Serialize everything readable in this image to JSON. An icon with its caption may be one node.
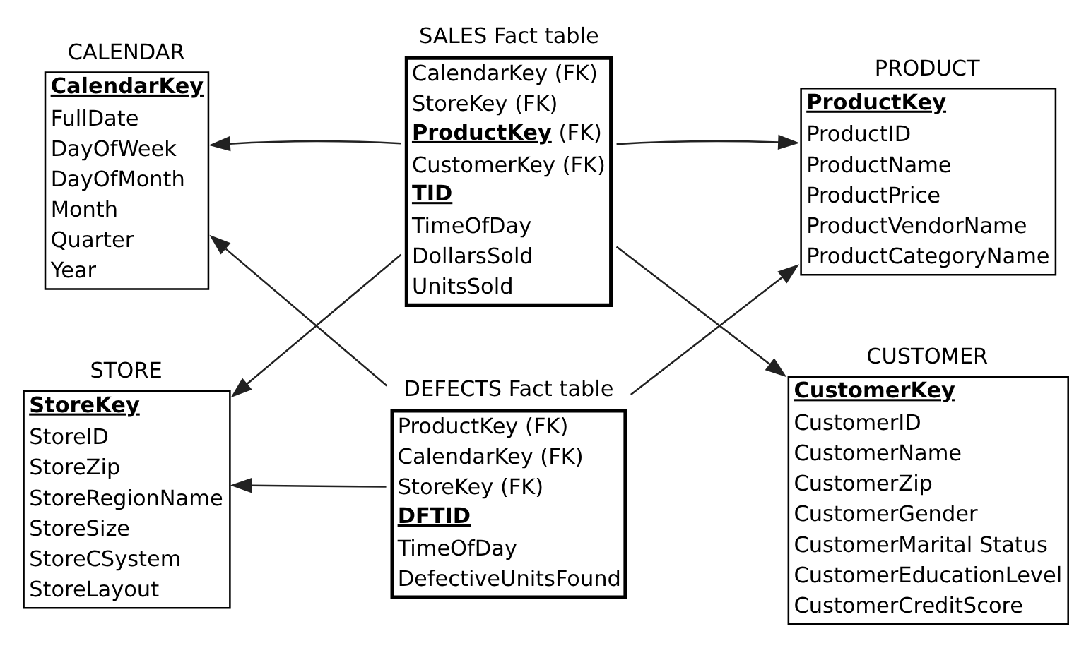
{
  "diagram": {
    "nodes": [
      {
        "text": [
          "CALENDAR",
          "**CalendarKey**",
          "FullDate",
          "DayOfWeek",
          "DayOfMonth",
          "Month",
          "Quarter",
          "Year"
        ]
      },
      {
        "text": [
          "SALES Fact table",
          "CalendarKey (FK)",
          "StoreKey (FK)",
          "**ProductKey** (FK)",
          "CustomerKey (FK)",
          "**TID**",
          "TimeOfDay",
          "DollarsSold",
          "UnitsSold"
        ]
      },
      {
        "text": [
          "PRODUCT",
          "**ProductKey**",
          "ProductID",
          "ProductName",
          "ProductPrice",
          "ProductVendorName",
          "ProductCategoryName"
        ]
      },
      {
        "text": [
          "STORE",
          "**StoreKey**",
          "StoreID",
          "StoreZip",
          "StoreRegionName",
          "StoreSize",
          "StoreCSystem",
          "StoreLayout"
        ]
      },
      {
        "text": [
          "DEFECTS Fact table",
          "ProductKey (FK)",
          "CalendarKey (FK)",
          "StoreKey (FK)",
          "**DFTID**",
          "TimeOfDay",
          "DefectiveUnitsFound"
        ]
      },
      {
        "text": [
          "CUSTOMER",
          "**CustomerKey**",
          "CustomerID",
          "CustomerName",
          "CustomerZip",
          "CustomerGender",
          "CustomerMarital Status",
          "CustomerEducationLevel",
          "CustomerCreditScore"
        ]
      }
    ],
    "edges": [
      {
        "from": 1,
        "to": 0,
        "arrow": "to"
      },
      {
        "from": 1,
        "to": 3,
        "arrow": "to"
      },
      {
        "from": 1,
        "to": 2,
        "arrow": "to"
      },
      {
        "from": 1,
        "to": 5,
        "arrow": "to"
      },
      {
        "from": 4,
        "to": 2,
        "arrow": "to"
      },
      {
        "from": 4,
        "to": 0,
        "arrow": "to"
      },
      {
        "from": 4,
        "to": 3,
        "arrow": "to"
      }
    ]
  }
}
